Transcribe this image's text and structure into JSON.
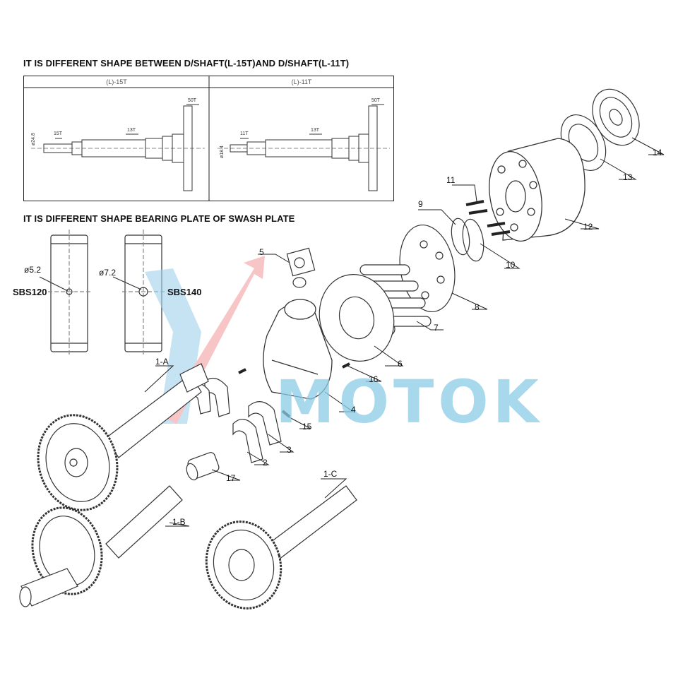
{
  "headings": {
    "shaft_difference": "IT IS DIFFERENT SHAPE BETWEEN D/SHAFT(L-15T)AND D/SHAFT(L-11T)",
    "bearing_plate_difference": "IT IS DIFFERENT SHAPE BEARING PLATE OF SWASH PLATE"
  },
  "shaft_table": {
    "columns": [
      "(L)-15T",
      "(L)-11T"
    ],
    "left": {
      "dia": "ø24.8",
      "spline": "15T",
      "mid": "13T",
      "flange": "50T"
    },
    "right": {
      "dia": "ø18.4",
      "spline": "11T",
      "mid": "13T",
      "flange": "50T"
    }
  },
  "bearing_plates": [
    {
      "dia": "ø5.2",
      "label": "SBS120"
    },
    {
      "dia": "ø7.2",
      "label": "SBS140"
    }
  ],
  "callouts": [
    "1-A",
    "1-B",
    "1-C",
    "2",
    "3",
    "4",
    "5",
    "6",
    "7",
    "8",
    "9",
    "10",
    "11",
    "12",
    "13",
    "14",
    "15",
    "16",
    "17"
  ],
  "watermark": {
    "text": "MOTOK",
    "color": "#8ccbe6",
    "arrow_color": "#e88"
  }
}
